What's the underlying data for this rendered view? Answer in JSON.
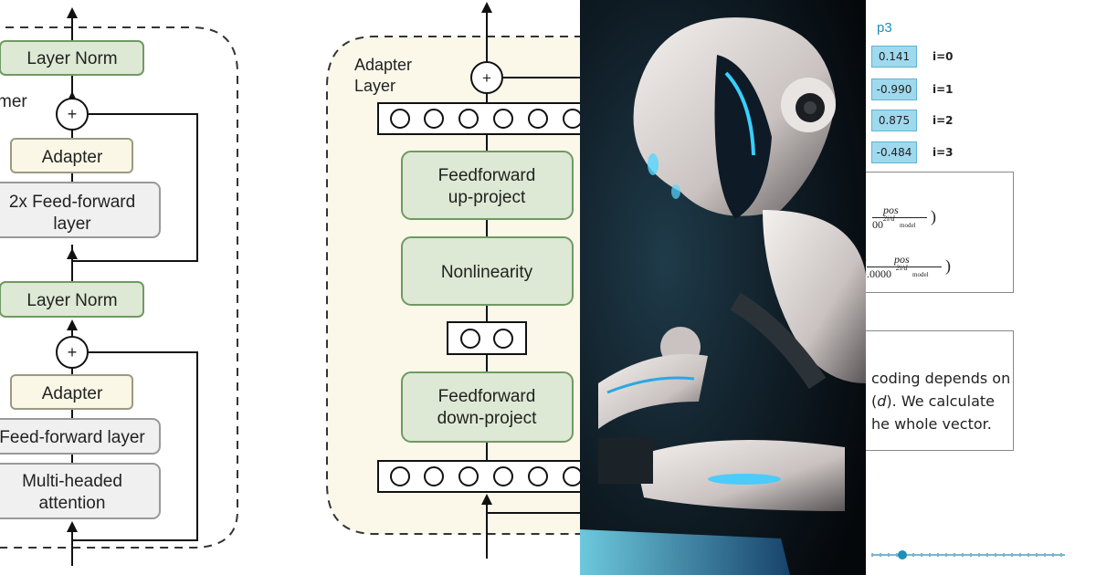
{
  "transformer_panel": {
    "side_label": "mer",
    "top_layer_norm": "Layer Norm",
    "top_adapter": "Adapter",
    "feed_forward_2x": [
      "2x Feed-forward",
      "layer"
    ],
    "mid_layer_norm": "Layer Norm",
    "bottom_adapter": "Adapter",
    "feed_forward": "Feed-forward layer",
    "attention": [
      "Multi-headed",
      "attention"
    ],
    "plus": "+"
  },
  "adapter_panel": {
    "title": [
      "Adapter",
      "Layer"
    ],
    "up_project": [
      "Feedforward",
      "up-project"
    ],
    "nonlinearity": "Nonlinearity",
    "down_project": [
      "Feedforward",
      "down-project"
    ],
    "plus": "+"
  },
  "image_panel": {
    "alt": "robot illustration"
  },
  "encoding_panel": {
    "title": "p3",
    "values": [
      "0.141",
      "-0.990",
      "0.875",
      "-0.484"
    ],
    "indices": [
      "i=0",
      "i=1",
      "i=2",
      "i=3"
    ],
    "formula_sin": {
      "num": "pos",
      "den": "00",
      "exp": "2i/d",
      "sub": "model"
    },
    "formula_cos": {
      "num": "pos",
      "den": ".0000",
      "exp": "2i/d",
      "sub": "model"
    },
    "description": [
      "coding depends on",
      "(d). We calculate",
      "he whole vector."
    ],
    "slider_value": 0.16,
    "colors": {
      "accent": "#1c8fb6",
      "value_fill": "#9fd9ee"
    }
  }
}
